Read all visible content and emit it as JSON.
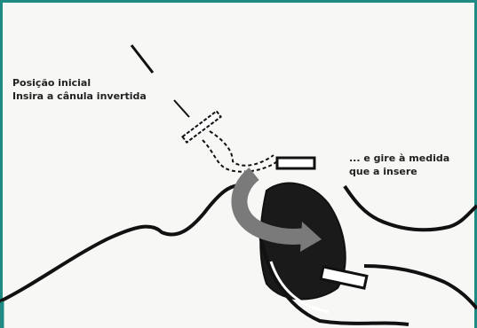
{
  "labels": {
    "initial_line1": "Posição inicial",
    "initial_line2": "Insira a cânula invertida",
    "rotate_line1": "... e gire à medida",
    "rotate_line2": "que a insere"
  },
  "colors": {
    "frame": "#1e8a83",
    "arrow": "#7a7a7a",
    "ink": "#111111"
  }
}
